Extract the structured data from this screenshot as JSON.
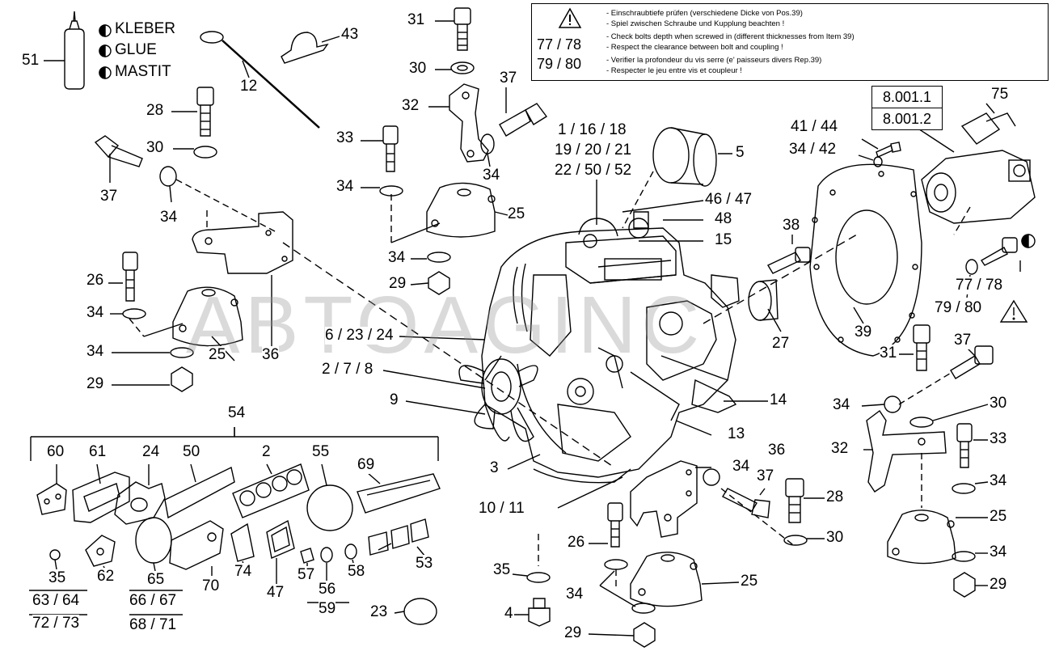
{
  "legend": {
    "item_number": "51",
    "entries": [
      "KLEBER",
      "GLUE",
      "MASTIT"
    ]
  },
  "note_box": {
    "refs": [
      "77 / 78",
      "79 / 80"
    ],
    "lines": [
      "- Einschraubtiefe prüfen (verschiedene Dicke von Pos.39)",
      "- Spiel zwischen Schraube und Kupplung beachten !",
      "- Check bolts depth when screwed in (different thicknesses from Item 39)",
      "- Respect the clearance between bolt and coupling !",
      "- Verifier la profondeur du vis serre (e' paisseurs divers Rep.39)",
      "- Respecter le jeu entre vis et coupleur !"
    ]
  },
  "ref_boxes": [
    "8.001.1",
    "8.001.2"
  ],
  "watermark": "ABTOAGINC",
  "callouts": [
    {
      "id": "c12",
      "text": "12"
    },
    {
      "id": "c43",
      "text": "43"
    },
    {
      "id": "c31a",
      "text": "31"
    },
    {
      "id": "c30a",
      "text": "30"
    },
    {
      "id": "c37a",
      "text": "37"
    },
    {
      "id": "c32a",
      "text": "32"
    },
    {
      "id": "c33a",
      "text": "33"
    },
    {
      "id": "c34a",
      "text": "34"
    },
    {
      "id": "c34b",
      "text": "34"
    },
    {
      "id": "c25a",
      "text": "25"
    },
    {
      "id": "c34c",
      "text": "34"
    },
    {
      "id": "c29a",
      "text": "29"
    },
    {
      "id": "c28a",
      "text": "28"
    },
    {
      "id": "c30b",
      "text": "30"
    },
    {
      "id": "c37b",
      "text": "37"
    },
    {
      "id": "c34d",
      "text": "34"
    },
    {
      "id": "c26a",
      "text": "26"
    },
    {
      "id": "c34e",
      "text": "34"
    },
    {
      "id": "c34f",
      "text": "34"
    },
    {
      "id": "c25b",
      "text": "25"
    },
    {
      "id": "c36a",
      "text": "36"
    },
    {
      "id": "c29b",
      "text": "29"
    },
    {
      "id": "c1",
      "text": "1 / 16 / 18"
    },
    {
      "id": "c19",
      "text": "19 / 20 / 21"
    },
    {
      "id": "c22",
      "text": "22 / 50 / 52"
    },
    {
      "id": "c5",
      "text": "5"
    },
    {
      "id": "c46",
      "text": "46 / 47"
    },
    {
      "id": "c48",
      "text": "48"
    },
    {
      "id": "c15",
      "text": "15"
    },
    {
      "id": "c6",
      "text": "6 / 23 / 24"
    },
    {
      "id": "c2",
      "text": "2 / 7 / 8"
    },
    {
      "id": "c9",
      "text": "9"
    },
    {
      "id": "c14",
      "text": "14"
    },
    {
      "id": "c13",
      "text": "13"
    },
    {
      "id": "c3",
      "text": "3"
    },
    {
      "id": "c10",
      "text": "10 / 11"
    },
    {
      "id": "c41",
      "text": "41 / 44"
    },
    {
      "id": "c34g",
      "text": "34 / 42"
    },
    {
      "id": "c75",
      "text": "75"
    },
    {
      "id": "c38",
      "text": "38"
    },
    {
      "id": "c27",
      "text": "27"
    },
    {
      "id": "c39",
      "text": "39"
    },
    {
      "id": "c7778",
      "text": "77 / 78"
    },
    {
      "id": "c7980",
      "text": "79 / 80"
    },
    {
      "id": "c31b",
      "text": "31"
    },
    {
      "id": "c37c",
      "text": "37"
    },
    {
      "id": "c34h",
      "text": "34"
    },
    {
      "id": "c30c",
      "text": "30"
    },
    {
      "id": "c32b",
      "text": "32"
    },
    {
      "id": "c33b",
      "text": "33"
    },
    {
      "id": "c34i",
      "text": "34"
    },
    {
      "id": "c25c",
      "text": "25"
    },
    {
      "id": "c34j",
      "text": "34"
    },
    {
      "id": "c29c",
      "text": "29"
    },
    {
      "id": "c36b",
      "text": "36"
    },
    {
      "id": "c34k",
      "text": "34"
    },
    {
      "id": "c37d",
      "text": "37"
    },
    {
      "id": "c28b",
      "text": "28"
    },
    {
      "id": "c30d",
      "text": "30"
    },
    {
      "id": "c26b",
      "text": "26"
    },
    {
      "id": "c25d",
      "text": "25"
    },
    {
      "id": "c35a",
      "text": "35"
    },
    {
      "id": "c34l",
      "text": "34"
    },
    {
      "id": "c4",
      "text": "4"
    },
    {
      "id": "c29d",
      "text": "29"
    },
    {
      "id": "c54",
      "text": "54"
    },
    {
      "id": "c60",
      "text": "60"
    },
    {
      "id": "c61",
      "text": "61"
    },
    {
      "id": "c24",
      "text": "24"
    },
    {
      "id": "c50",
      "text": "50"
    },
    {
      "id": "c2b",
      "text": "2"
    },
    {
      "id": "c55",
      "text": "55"
    },
    {
      "id": "c69",
      "text": "69"
    },
    {
      "id": "c35b",
      "text": "35"
    },
    {
      "id": "c62",
      "text": "62"
    },
    {
      "id": "c65",
      "text": "65"
    },
    {
      "id": "c70",
      "text": "70"
    },
    {
      "id": "c74",
      "text": "74"
    },
    {
      "id": "c47",
      "text": "47"
    },
    {
      "id": "c57",
      "text": "57"
    },
    {
      "id": "c56",
      "text": "56"
    },
    {
      "id": "c59",
      "text": "59"
    },
    {
      "id": "c58",
      "text": "58"
    },
    {
      "id": "c53",
      "text": "53"
    },
    {
      "id": "c6364",
      "text": "63 / 64"
    },
    {
      "id": "c7273",
      "text": "72 / 73"
    },
    {
      "id": "c6667",
      "text": "66 / 67"
    },
    {
      "id": "c6871",
      "text": "68 / 71"
    },
    {
      "id": "c23",
      "text": "23"
    }
  ]
}
